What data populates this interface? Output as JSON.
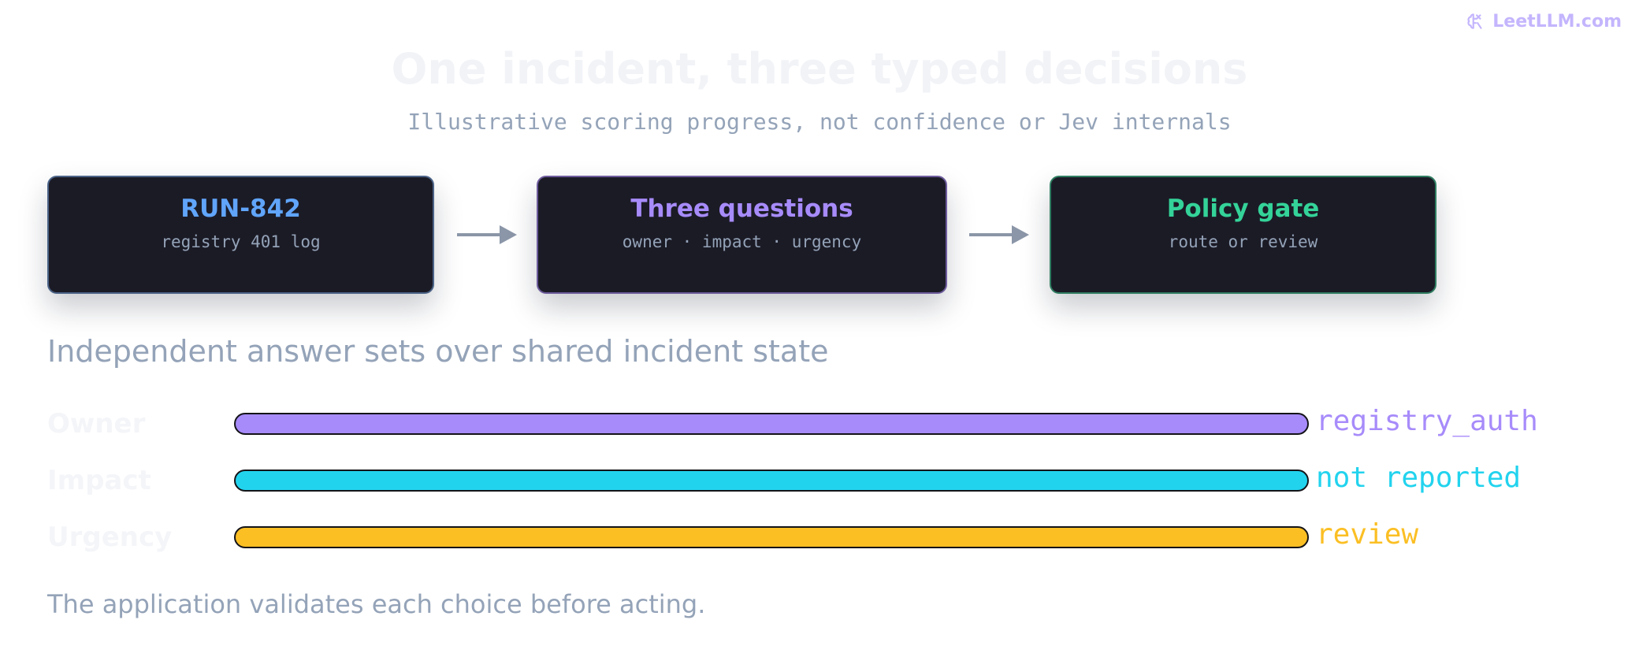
{
  "brand": {
    "name": "LeetLLM.com",
    "icon": "brain-icon",
    "color": "#c4b5fd"
  },
  "title": "One incident, three typed decisions",
  "subtitle": "Illustrative scoring progress, not confidence or Jev internals",
  "flow": {
    "nodes": [
      {
        "title": "RUN-842",
        "subtitle": "registry 401 log",
        "color": "#60a5fa",
        "border": "#4b6387"
      },
      {
        "title": "Three questions",
        "subtitle": "owner · impact · urgency",
        "color": "#a78bfa",
        "border": "#6d5b9c"
      },
      {
        "title": "Policy gate",
        "subtitle": "route or review",
        "color": "#34d399",
        "border": "#2f7d61"
      }
    ]
  },
  "section_label": "Independent answer sets over shared incident state",
  "rows": [
    {
      "label": "Owner",
      "value": "registry_auth",
      "progress": 1.0,
      "color": "#a78bfa"
    },
    {
      "label": "Impact",
      "value": "not reported",
      "progress": 1.0,
      "color": "#22d3ee"
    },
    {
      "label": "Urgency",
      "value": "review",
      "progress": 1.0,
      "color": "#fbbf24"
    }
  ],
  "footer": "The application validates each choice before acting."
}
